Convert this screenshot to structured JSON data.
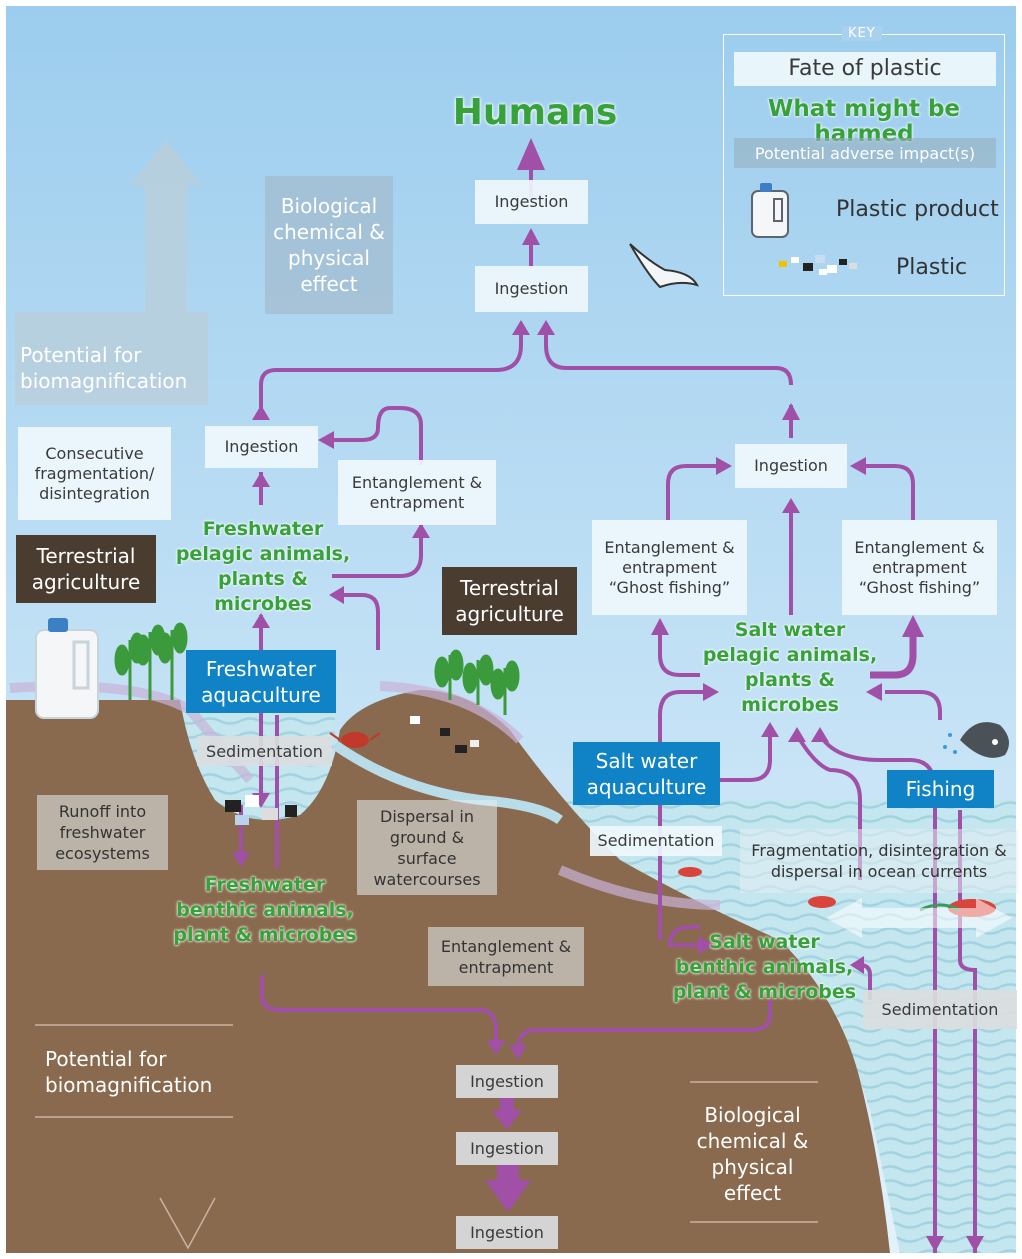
{
  "title": "Humans",
  "key": {
    "title": "KEY",
    "fate_of_plastic": "Fate of plastic",
    "what_might_be_harmed": "What might be harmed",
    "potential_adverse_impacts": "Potential adverse impact(s)",
    "plastic_product": "Plastic product",
    "plastic": "Plastic"
  },
  "impacts": {
    "bio_effect_top": "Biological chemical & physical effect",
    "biomag_top": "Potential for biomagnification",
    "bio_effect_bottom": "Biological chemical & physical effect",
    "biomag_bottom": "Potential for biomagnification"
  },
  "fates": {
    "ingestion_top1": "Ingestion",
    "ingestion_top2": "Ingestion",
    "ingestion_fw": "Ingestion",
    "ingestion_sw": "Ingestion",
    "consecutive_fragmentation": "Consecutive fragmentation/ disintegration",
    "entanglement_fw": "Entanglement & entrapment",
    "entanglement_sw_left": "Entanglement & entrapment “Ghost fishing”",
    "entanglement_sw_right": "Entanglement & entrapment “Ghost fishing”",
    "sedimentation_fw": "Sedimentation",
    "sedimentation_sw": "Sedimentation",
    "sedimentation_deep": "Sedimentation",
    "runoff": "Runoff into freshwater ecosystems",
    "dispersal": "Dispersal in ground & surface watercourses",
    "fragmentation_ocean": "Fragmentation, disintegration & dispersal in ocean currents",
    "entanglement_ground": "Entanglement & entrapment",
    "ingestion_b1": "Ingestion",
    "ingestion_b2": "Ingestion",
    "ingestion_b3": "Ingestion"
  },
  "sources": {
    "terrestrial_agriculture_left": "Terrestrial agriculture",
    "terrestrial_agriculture_mid": "Terrestrial agriculture",
    "freshwater_aquaculture": "Freshwater aquaculture",
    "saltwater_aquaculture": "Salt water aquaculture",
    "fishing": "Fishing"
  },
  "harmed": {
    "fw_pelagic": "Freshwater pelagic animals, plants & microbes",
    "fw_benthic": "Freshwater benthic animals, plant & microbes",
    "sw_pelagic": "Salt water pelagic animals, plants & microbes",
    "sw_benthic": "Salt water benthic animals, plant & microbes"
  },
  "colors": {
    "sky_top": "#9ccdee",
    "sky_bottom": "#dff0fa",
    "soil": "#8a6a4e",
    "sea": "#bfe3ee",
    "arrow": "#a050a6",
    "harm_green": "#37a13a",
    "source_blue": "#0f83c6",
    "source_brown": "#4a3d30"
  }
}
